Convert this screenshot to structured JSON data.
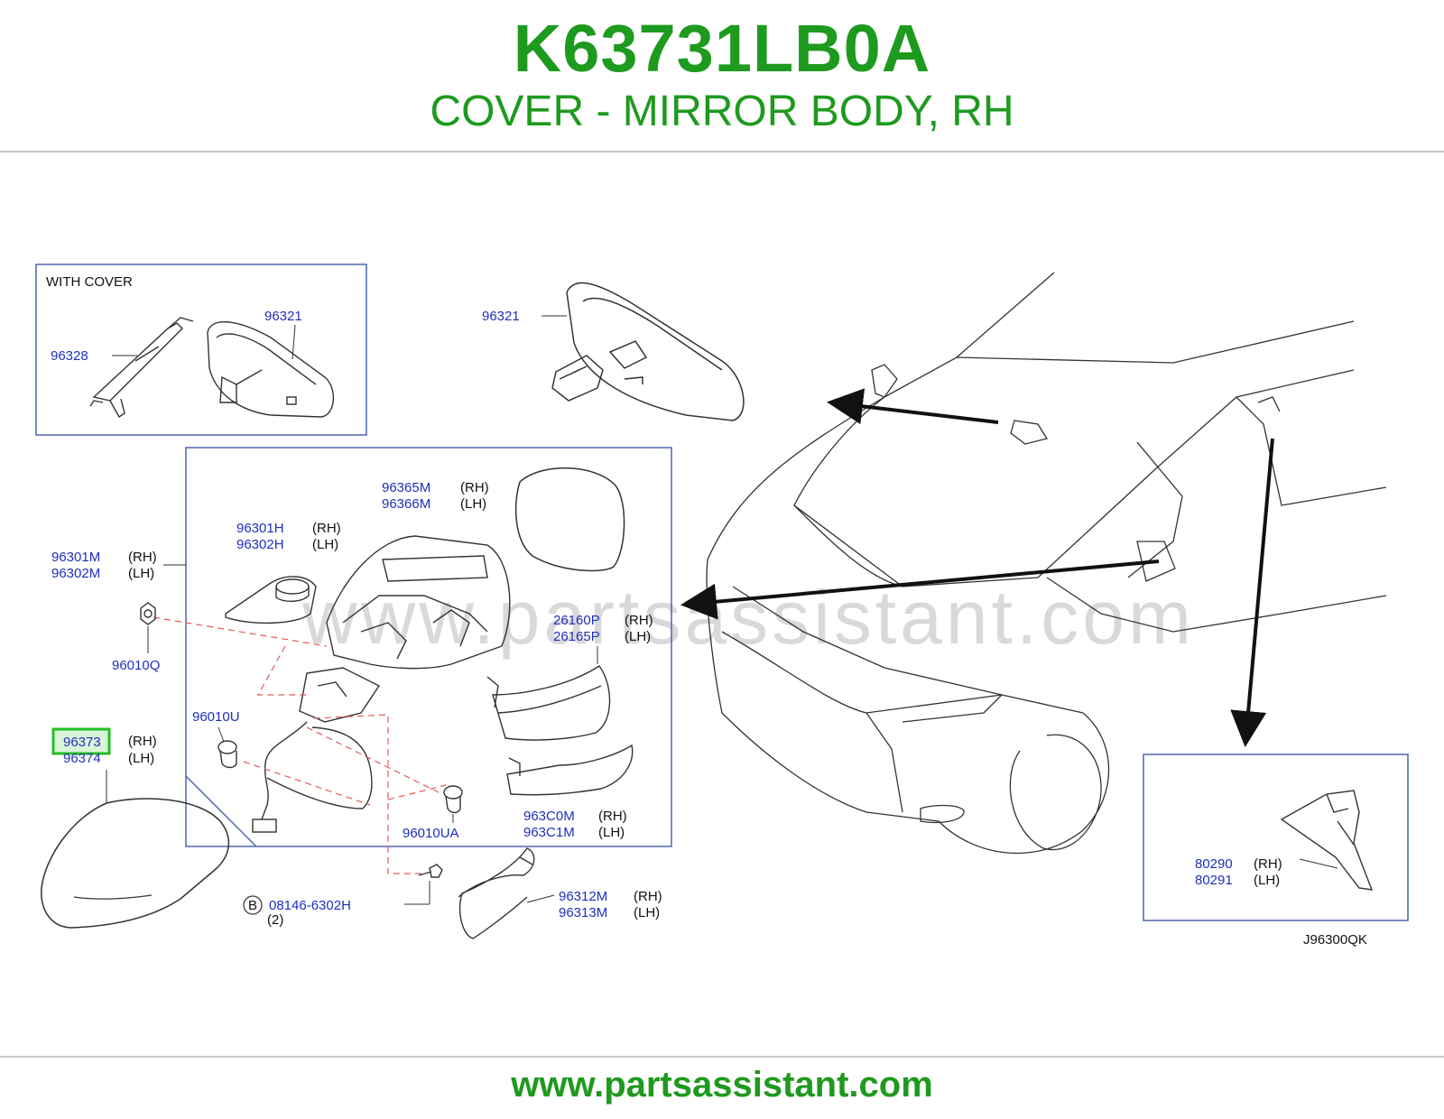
{
  "header": {
    "part_number": "K63731LB0A",
    "description": "COVER - MIRROR BODY, RH"
  },
  "footer": {
    "url": "www.partsassistant.com"
  },
  "diagram": {
    "watermark": "www.partsassistant.com",
    "inset_title": "WITH   COVER",
    "inset_part_96328": "96328",
    "inset_part_96321": "96321",
    "part_96321": "96321",
    "part_96365M": "96365M",
    "part_96366M": "96366M",
    "part_96301H": "96301H",
    "part_96302H": "96302H",
    "part_96301M": "96301M",
    "part_96302M": "96302M",
    "part_96010Q": "96010Q",
    "part_26160P": "26160P",
    "part_26165P": "26165P",
    "part_96010U": "96010U",
    "part_96373": "96373",
    "part_96374": "96374",
    "part_963C0M": "963C0M",
    "part_963C1M": "963C1M",
    "part_96010UA": "96010UA",
    "part_08146": "08146-6302H",
    "bolt_marker": "B",
    "bolt_qty": "(2)",
    "part_96312M": "96312M",
    "part_96313M": "96313M",
    "part_80290": "80290",
    "part_80291": "80291",
    "rh": "(RH)",
    "lh": "(LH)",
    "diagram_code": "J96300QK",
    "highlight_color": "#22c022",
    "brand_green": "#1e9a1e",
    "part_number_color": "#1f2fbf"
  }
}
